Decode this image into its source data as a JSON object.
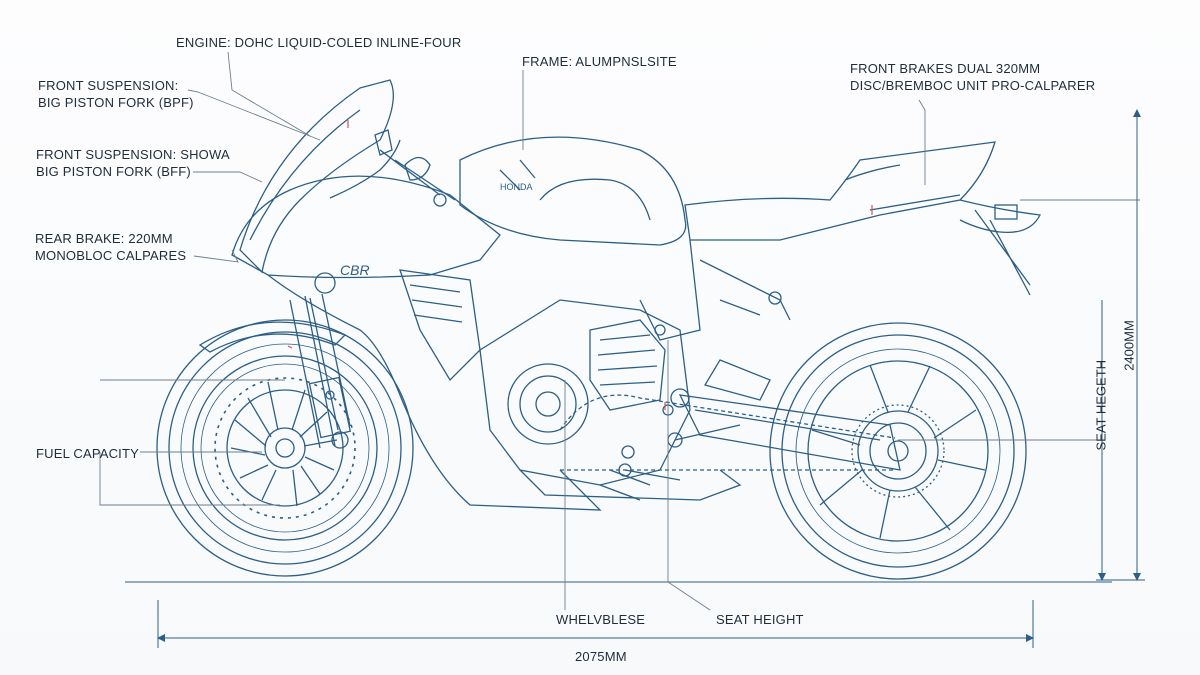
{
  "annotations": {
    "engine": "ENGINE: DOHC LIQUID-COLED INLINE-FOUR",
    "front_suspension_1": [
      "FRONT SUSPENSION:",
      "BIG PISTON FORK (BPF)"
    ],
    "front_suspension_2": [
      "FRONT SUSPENSION: SHOWA",
      "BIG PISTON FORK (BFF)"
    ],
    "rear_brake": [
      "REAR BRAKE: 220MM",
      "MONOBLOC CALPARES"
    ],
    "fuel_capacity": "FUEL CAPACITY",
    "frame": "FRAME: ALUMPNSLSITE",
    "front_brakes": [
      "FRONT BRAKES DUAL 320MM",
      "DISC/BREMBOC UNIT PRO-CALPARER"
    ],
    "wheelbase": "WHELVBLESE",
    "seat_height": "SEAT HEIGHT",
    "seat_length": "SEAT HEGETH",
    "overall_height": "2400MM",
    "overall_length": "2075MM"
  },
  "badges": {
    "model": "CBR",
    "brand": "HONDA"
  },
  "colors": {
    "line": "#2d5f86",
    "text": "#1f2d3a",
    "accent": "#d9534f",
    "background": "#fbfcfd"
  }
}
